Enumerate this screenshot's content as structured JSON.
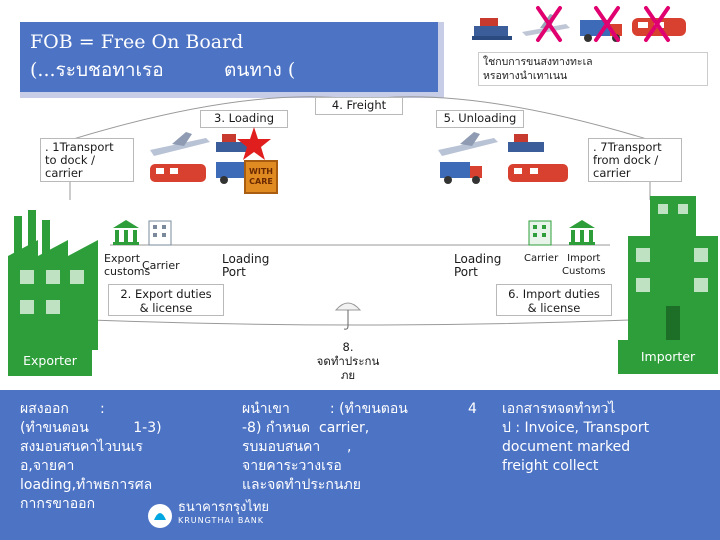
{
  "title": {
    "line1": "FOB = Free On Board",
    "line2": "(...ระบชอทาเรอ          ตนทาง ("
  },
  "top_note": {
    "line1": "ใชกบการขนสงทางทะเล",
    "line2": "หรอทางนำเทาเนน"
  },
  "stages": {
    "loading": "3. Loading",
    "freight": "4. Freight",
    "unloading": "5. Unloading",
    "transport_to": ". 1Transport\nto dock /\ncarrier",
    "transport_from": ". 7Transport\nfrom dock /\ncarrier",
    "export_duties": "2. Export duties\n& license",
    "import_duties": "6. Import duties\n& license",
    "insurance": "8.\nจดทำประกน\nภย"
  },
  "labels": {
    "export_customs": "Export\ncustoms",
    "carrier_left": "Carrier",
    "loading_port_left": "Loading\nPort",
    "loading_port_right": "Loading\nPort",
    "carrier_right": "Carrier",
    "import_customs": "Import\nCustoms",
    "crate_line1": "WITH",
    "crate_line2": "CARE"
  },
  "parties": {
    "exporter": "Exporter",
    "importer": "Importer"
  },
  "bottom": {
    "exporter_text": "ผสงออก       :\n(ทำขนตอน          1-3)\nสงมอบสนคาไวบนเร\nอ,จายคา\nloading,ทำพธการศล\nกากรขาออก",
    "importer_text": "ผนำเขา         : (ทำขนตอน\n-8) กำหนด  carrier,\nรบมอบสนคา      ,\nจายคาระวางเรอ\nและจดทำประกนภย",
    "step_number": "4",
    "document_text": "เอกสารทจดทำทวไ\nป : Invoice, Transport\ndocument marked\nfreight collect"
  },
  "logo": {
    "thai": "ธนาคารกรุงไทย",
    "english": "KRUNGTHAI BANK"
  },
  "colors": {
    "title_bg": "#4d73c4",
    "green": "#2e9e3a",
    "bottom_bg": "#4d73c4",
    "red_x": "#e0006f",
    "building": "#2e9e3a"
  }
}
